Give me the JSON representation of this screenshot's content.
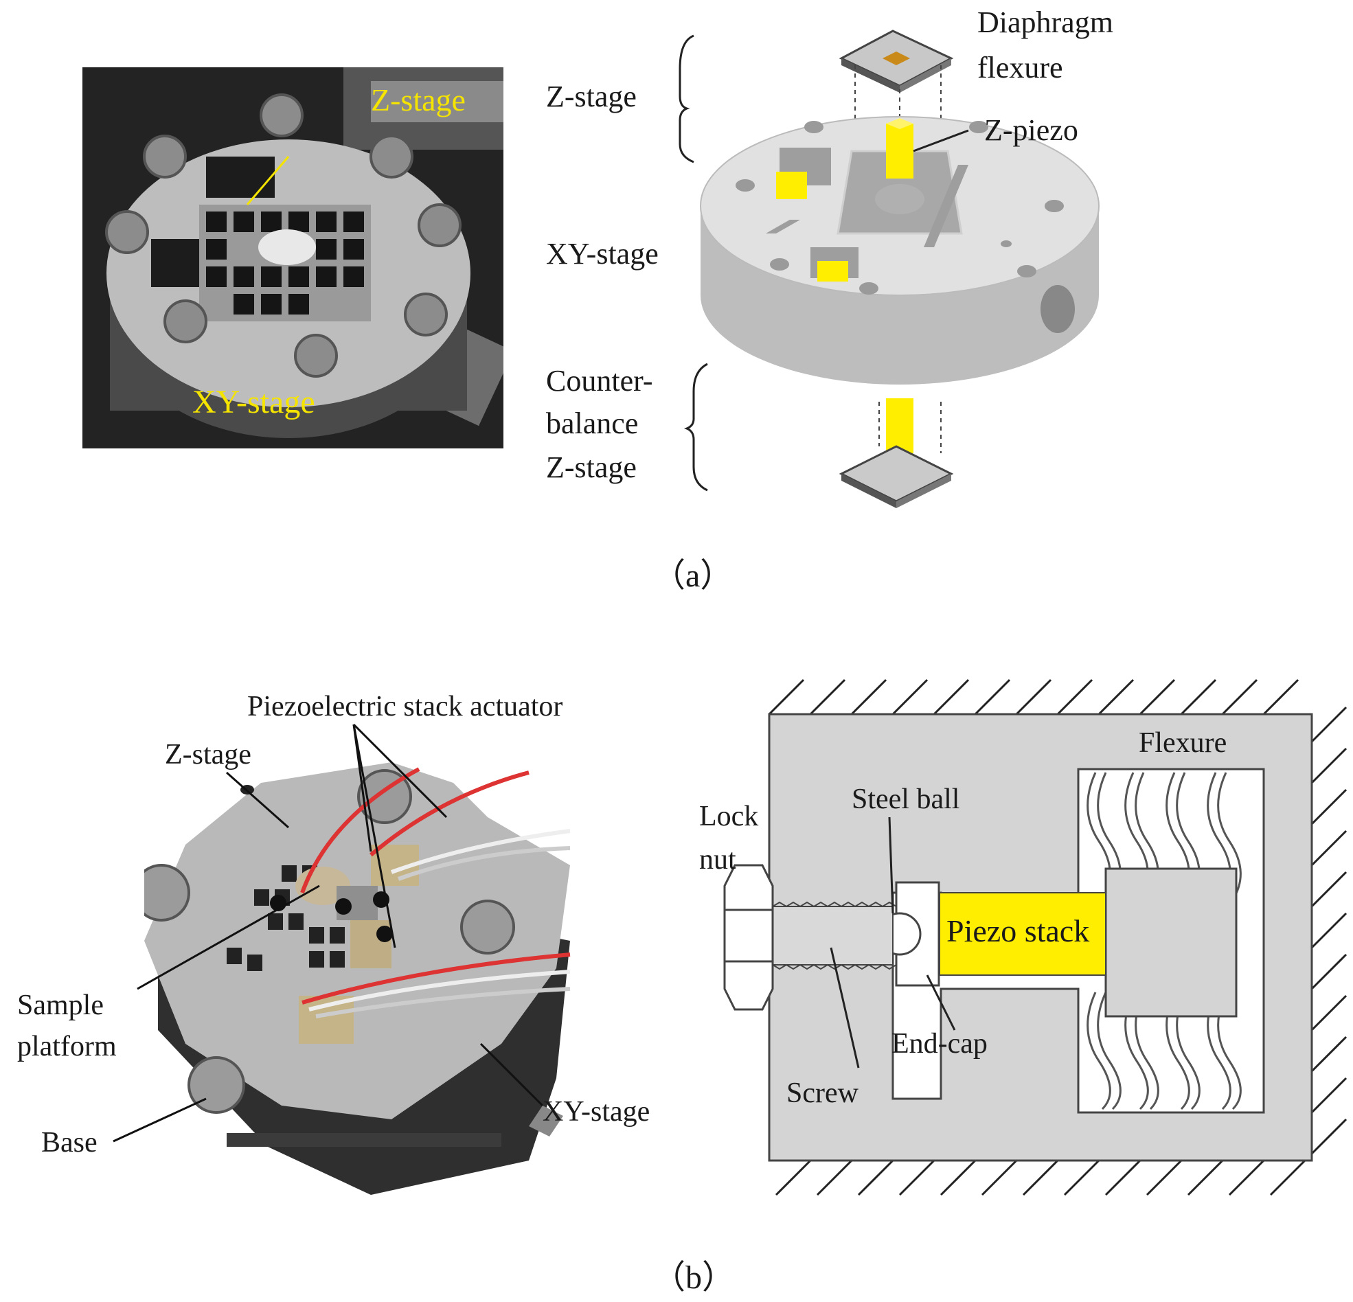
{
  "panel_a": {
    "caption": "（a）",
    "photo_labels": {
      "z_stage": "Z-stage",
      "xy_stage": "XY-stage"
    },
    "side_labels": {
      "z_stage": "Z-stage",
      "xy_stage": "XY-stage",
      "counter_1": "Counter-",
      "counter_2": "balance",
      "counter_3": "Z-stage"
    },
    "model_labels": {
      "diaphragm_1": "Diaphragm",
      "diaphragm_2": "flexure",
      "z_piezo": "Z-piezo"
    }
  },
  "panel_b": {
    "caption": "（b）",
    "photo_labels": {
      "piezo_actuator": "Piezoelectric stack actuator",
      "z_stage": "Z-stage",
      "sample_1": "Sample",
      "sample_2": "platform",
      "base": "Base",
      "xy_stage": "XY-stage"
    },
    "schematic_labels": {
      "flexure": "Flexure",
      "lock_1": "Lock",
      "lock_2": "nut",
      "steel_ball": "Steel ball",
      "piezo_stack": "Piezo stack",
      "end_cap": "End-cap",
      "screw": "Screw"
    }
  },
  "colors": {
    "highlight_yellow": "#ffee00",
    "label_yellow": "#f5e400",
    "metal_gray": "#d4d4d4",
    "dark_photo": "#2a2a2a"
  }
}
